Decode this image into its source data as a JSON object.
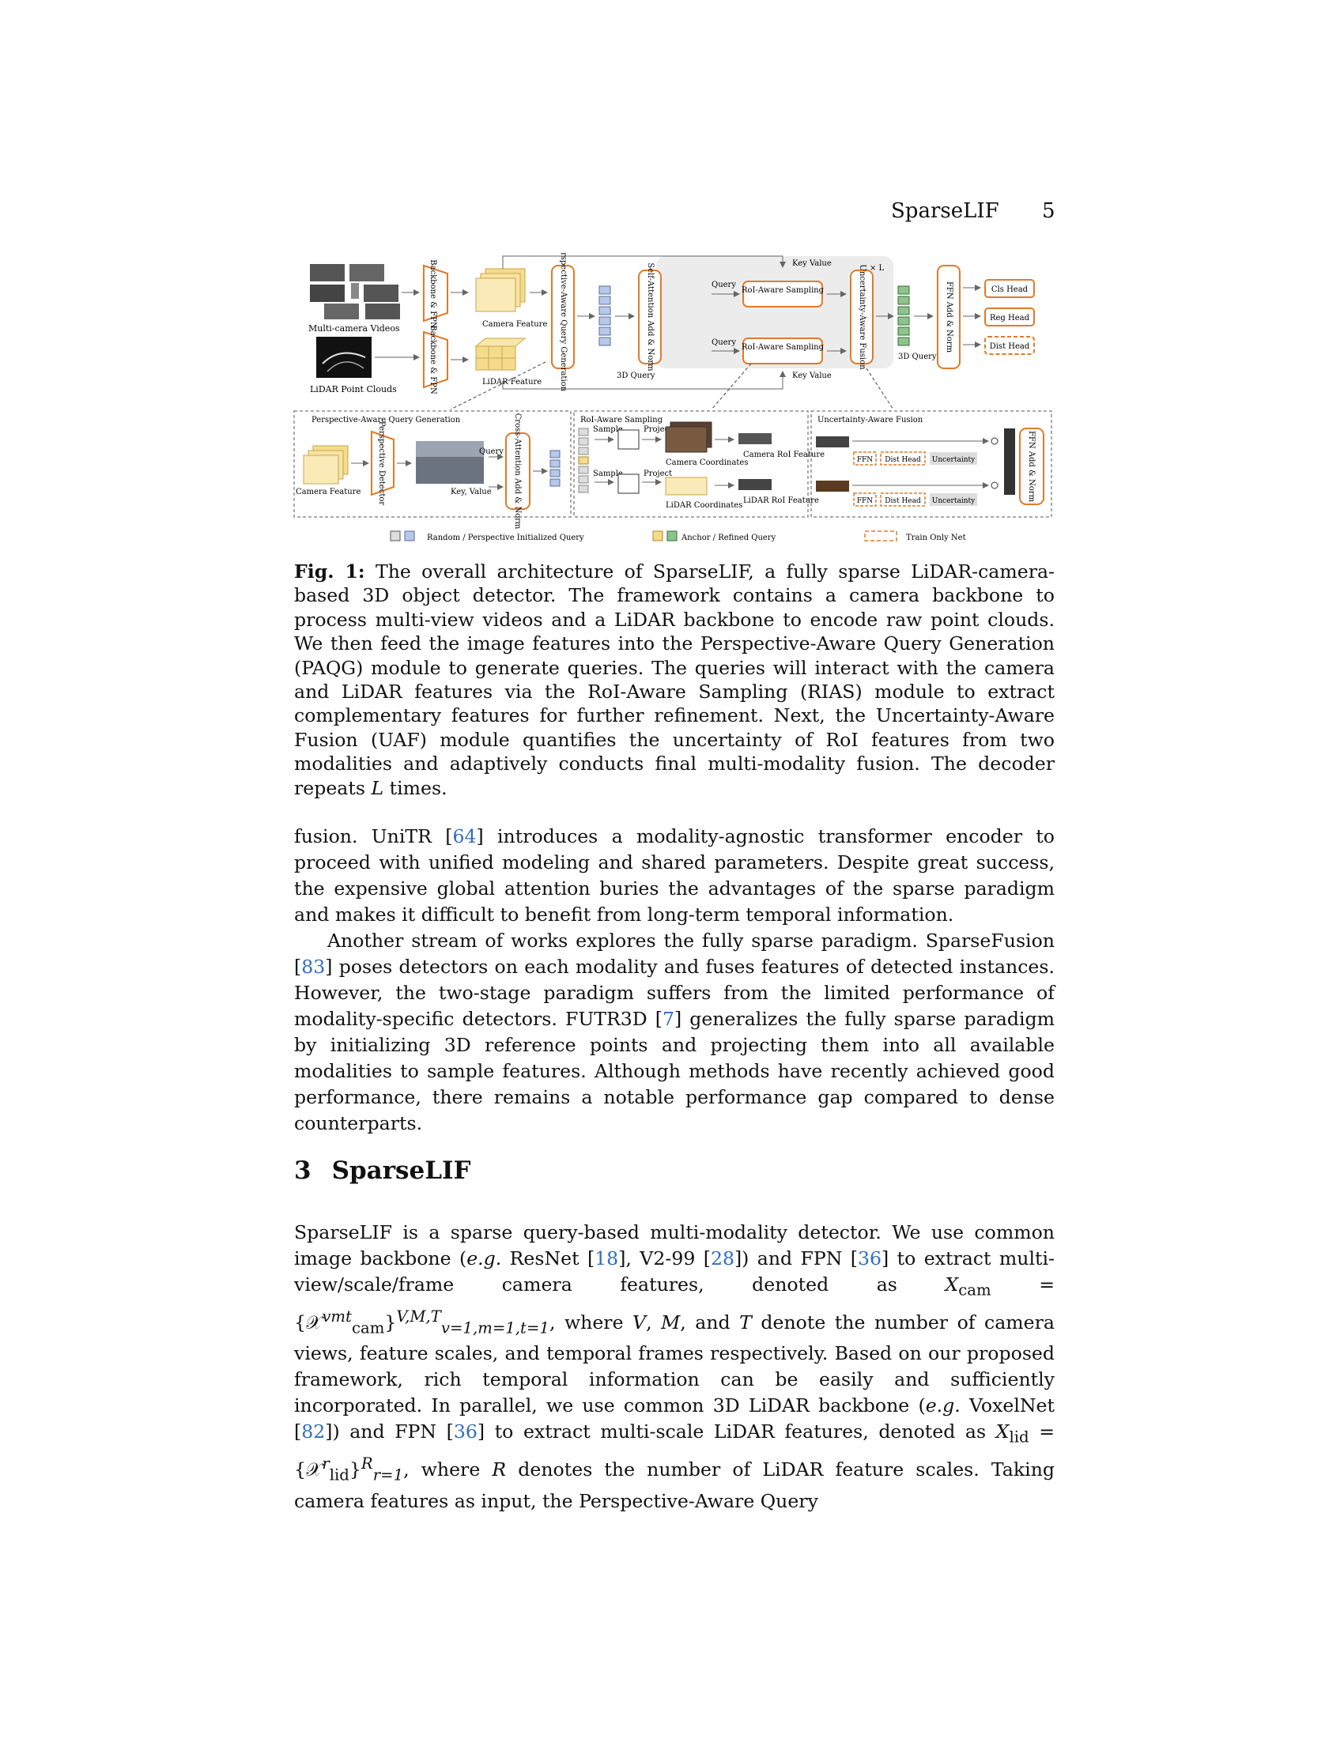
{
  "header": {
    "title": "SparseLIF",
    "page": "5"
  },
  "figure": {
    "inputs": {
      "videos": "Multi-camera Videos",
      "points": "LiDAR Point Clouds"
    },
    "backbone_top": "Backbone & FPN",
    "backbone_bottom": "Backbone & FPN",
    "camera_feature": "Camera Feature",
    "lidar_feature": "LiDAR Feature",
    "paqg_box": "Perspective-Aware Query Generation",
    "query_3d": "3D Query",
    "self_attn": "Self-Attention Add & Norm",
    "query": "Query",
    "roi_sampling": "RoI-Aware Sampling",
    "key_value": "Key Value",
    "uaf_box": "Uncertainty-Aware Fusion",
    "repeat": "× L",
    "ffn_box": "FFN Add & Norm",
    "heads": [
      "Cls Head",
      "Reg Head",
      "Dist Head"
    ],
    "panel_paqg": {
      "title": "Perspective-Aware Query Generation",
      "camera_feature": "Camera Feature",
      "detector": "Perspective Detector",
      "query": "Query",
      "key_value": "Key, Value",
      "cross_attn": "Cross-Attention Add & Norm"
    },
    "panel_rias": {
      "title": "RoI-Aware Sampling",
      "sample": "Sample",
      "project": "Project",
      "camera_coords": "Camera Coordinates",
      "lidar_coords": "LiDAR Coordinates",
      "camera_roi": "Camera RoI Feature",
      "lidar_roi": "LiDAR RoI Feature"
    },
    "panel_uaf": {
      "title": "Uncertainty-Aware Fusion",
      "ffn": "FFN",
      "dist_head": "Dist Head",
      "uncertainty": "Uncertainty",
      "ffn_norm": "FFN Add & Norm"
    },
    "legend": {
      "random": "Random / Perspective Initialized Query",
      "anchor": "Anchor / Refined Query",
      "train_only": "Train Only Net"
    },
    "colors": {
      "orange": "#e07b2a",
      "blue_query": "#b8c8e8",
      "green_query": "#8cc48c",
      "yellow": "#f5dc8c"
    }
  },
  "caption": {
    "label": "Fig. 1:",
    "text": "The overall architecture of SparseLIF, a fully sparse LiDAR-camera-based 3D object detector. The framework contains a camera backbone to process multi-view videos and a LiDAR backbone to encode raw point clouds. We then feed the image features into the Perspective-Aware Query Generation (PAQG) module to generate queries. The queries will interact with the camera and LiDAR features via the RoI-Aware Sampling (RIAS) module to extract complementary features for further refinement. Next, the Uncertainty-Aware Fusion (UAF) module quantifies the uncertainty of RoI features from two modalities and adaptively conducts final multi-modality fusion. The decoder repeats ",
    "var": "L",
    "end": " times."
  },
  "para1": {
    "a": "fusion. UniTR [",
    "c1": "64",
    "b": "] introduces a modality-agnostic transformer encoder to proceed with unified modeling and shared parameters. Despite great success, the expensive global attention buries the advantages of the sparse paradigm and makes it difficult to benefit from long-term temporal information."
  },
  "para2": {
    "a": "Another stream of works explores the fully sparse paradigm. SparseFusion [",
    "c1": "83",
    "b": "] poses detectors on each modality and fuses features of detected instances. However, the two-stage paradigm suffers from the limited performance of modality-specific detectors. FUTR3D [",
    "c2": "7",
    "c": "] generalizes the fully sparse paradigm by initializing 3D reference points and projecting them into all available modalities to sample features. Although methods have recently achieved good performance, there remains a notable performance gap compared to dense counterparts."
  },
  "section": {
    "num": "3",
    "title": "SparseLIF"
  },
  "para3": {
    "a": "SparseLIF is a sparse query-based multi-modality detector. We use common image backbone (",
    "eg1": "e.g.",
    "b": " ResNet [",
    "c1": "18",
    "c": "], V2-99 [",
    "c2": "28",
    "d": "]) and FPN [",
    "c3": "36",
    "e": "] to extract multi-view/scale/frame camera features, denoted as ",
    "m1": "X",
    "m1sub": "cam",
    "m1eq": " = {𝒳",
    "m1sup": "vmt",
    "m1sub2": "cam",
    "m1sup2": "V,M,T",
    "m1sub3": "v=1,m=1,t=1",
    "f": ", where ",
    "v": "V",
    "f2": ", ",
    "mm": "M",
    "f3": ", and ",
    "t": "T",
    "g": " denote the number of camera views, feature scales, and temporal frames respectively. Based on our proposed framework, rich temporal information can be easily and sufficiently incorporated. In parallel, we use common 3D LiDAR backbone (",
    "eg2": "e.g.",
    "h": " VoxelNet [",
    "c4": "82",
    "i": "]) and FPN [",
    "c5": "36",
    "j": "] to extract multi-scale LiDAR features, denoted as ",
    "m2": "X",
    "m2sub": "lid",
    "m2eq": " = {𝒳",
    "m2sup": "r",
    "m2sub2": "lid",
    "m2sup2": "R",
    "m2sub3": "r=1",
    "k": ", where ",
    "r": "R",
    "l": " denotes the number of LiDAR feature scales. Taking camera features as input, the Perspective-Aware Query"
  }
}
